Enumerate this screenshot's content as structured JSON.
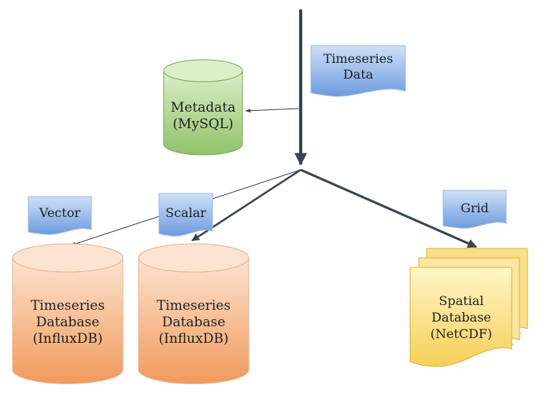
{
  "labels": {
    "timeseries_data": [
      "Timeseries",
      "Data"
    ],
    "vector": [
      "Vector"
    ],
    "scalar": [
      "Scalar"
    ],
    "grid": [
      "Grid"
    ]
  },
  "nodes": {
    "metadata": [
      "Metadata",
      "(MySQL)"
    ],
    "timeseries_db_vector": [
      "Timeseries",
      "Database",
      "(InfluxDB)"
    ],
    "timeseries_db_scalar": [
      "Timeseries",
      "Database",
      "(InfluxDB)"
    ],
    "spatial_db": [
      "Spatial",
      "Database",
      "(NetCDF)"
    ]
  },
  "colors": {
    "doc_blue_light": "#cfe0f7",
    "doc_blue_dark": "#6d9be0",
    "doc_border": "#9db8df",
    "metadata_light": "#dcefc8",
    "metadata_dark": "#8fc26a",
    "metadata_border": "#78a75a",
    "influx_light": "#fde3d0",
    "influx_dark": "#f19a5b",
    "influx_border": "#e2b293",
    "netcdf_light": "#fff6c8",
    "netcdf_dark": "#f5cf58",
    "netcdf_border": "#d9b03d",
    "arrow": "#3a4450"
  }
}
